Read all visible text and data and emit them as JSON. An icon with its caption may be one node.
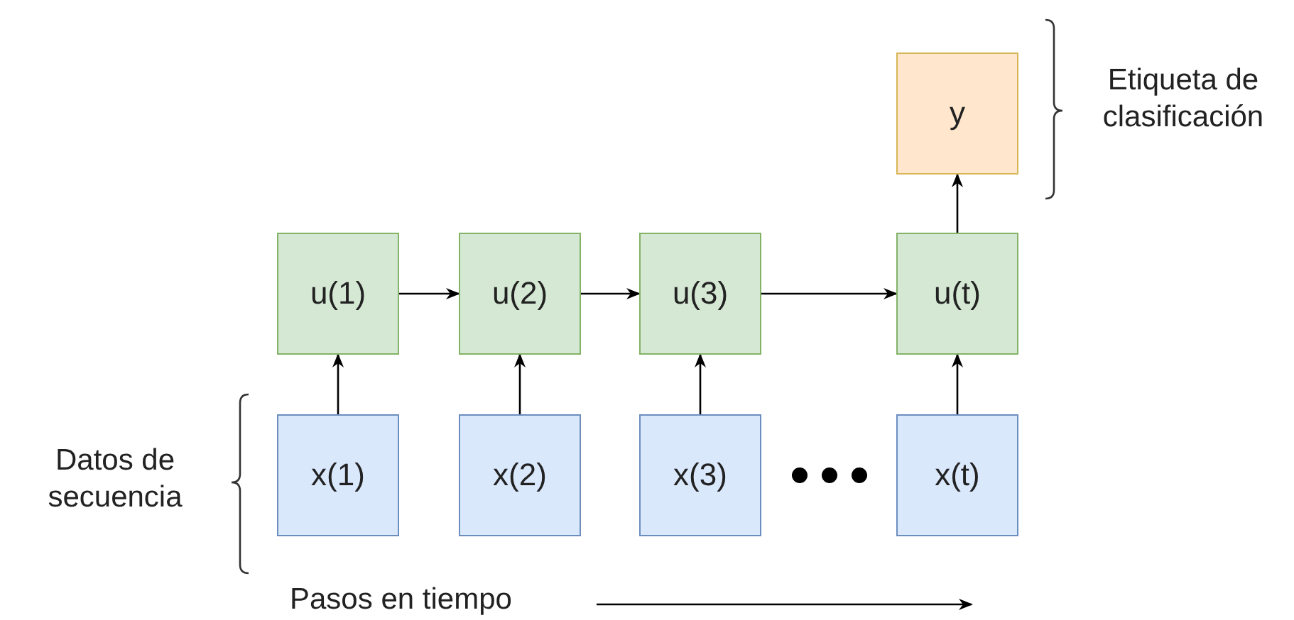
{
  "diagram": {
    "nodes": [
      {
        "text": [
          "u(1)"
        ]
      },
      {
        "text": [
          "u(2)"
        ]
      },
      {
        "text": [
          "u(3)"
        ]
      },
      {
        "text": [
          "u(t)"
        ]
      },
      {
        "text": [
          "x(1)"
        ]
      },
      {
        "text": [
          "x(2)"
        ]
      },
      {
        "text": [
          "x(3)"
        ]
      },
      {
        "text": [
          "x(t)"
        ]
      },
      {
        "text": [
          "y"
        ]
      }
    ],
    "edges": [
      {
        "from": 0,
        "to": 1,
        "arrow": "to"
      },
      {
        "from": 1,
        "to": 2,
        "arrow": "to"
      },
      {
        "from": 2,
        "to": 3,
        "arrow": "to"
      },
      {
        "from": 4,
        "to": 0,
        "arrow": "to"
      },
      {
        "from": 5,
        "to": 1,
        "arrow": "to"
      },
      {
        "from": 6,
        "to": 2,
        "arrow": "to"
      },
      {
        "from": 7,
        "to": 3,
        "arrow": "to"
      },
      {
        "from": 3,
        "to": 8,
        "arrow": "to"
      }
    ],
    "labels": [
      "Etiqueta de clasificación",
      "Datos de secuencia",
      "Pasos en tiempo"
    ]
  }
}
